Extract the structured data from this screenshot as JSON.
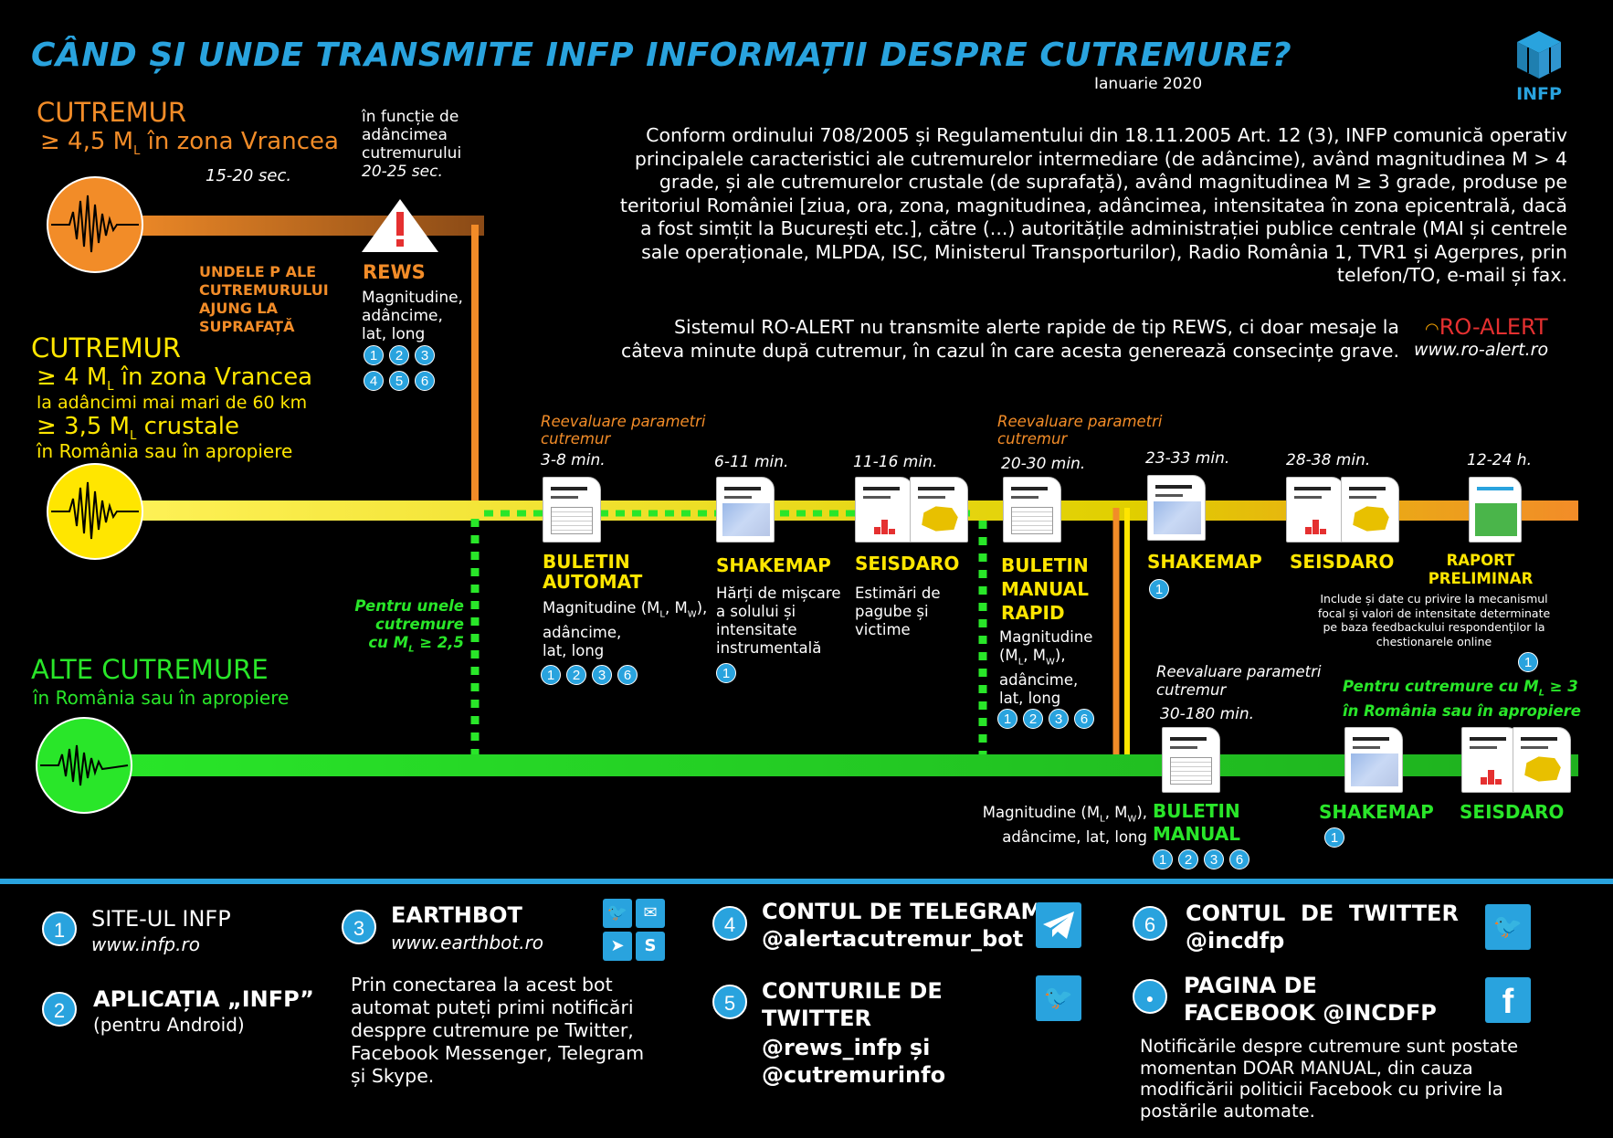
{
  "header": {
    "title": "CÂND ȘI UNDE TRANSMITE INFP INFORMAȚII DESPRE CUTREMURE?",
    "date": "Ianuarie 2020",
    "logo_text": "INFP"
  },
  "left": {
    "orange_title": "CUTREMUR",
    "orange_sub_pre": "≥ 4,5 M",
    "orange_sub_sub": "L",
    "orange_sub_post": " în zona Vrancea",
    "orange_time": "15-20 sec.",
    "depth_note": [
      "în funcție de",
      "adâncimea",
      "cutremurului",
      "20-25 sec."
    ],
    "p_waves": [
      "UNDELE P ALE",
      "CUTREMURULUI",
      "AJUNG LA",
      "SUPRAFAȚĂ"
    ],
    "yellow_title": "CUTREMUR",
    "yellow_l1_pre": "≥ 4 M",
    "yellow_l1_sub": "L",
    "yellow_l1_post": " în zona Vrancea",
    "yellow_l2": "la adâncimi mai mari de 60 km",
    "yellow_l3_pre": "≥ 3,5 M",
    "yellow_l3_sub": "L",
    "yellow_l3_post": " crustale",
    "yellow_l4": "în România sau în apropiere",
    "green_title": "ALTE CUTREMURE",
    "green_sub": "în România sau în apropiere",
    "some_quakes": [
      "Pentru unele",
      "cutremure",
      "cu M",
      "L",
      " ≥ 2,5"
    ]
  },
  "rews": {
    "label": "REWS",
    "desc": [
      "Magnitudine,",
      "adâncime,",
      "lat, long"
    ],
    "channels": [
      "1",
      "2",
      "3",
      "4",
      "5",
      "6"
    ]
  },
  "paragraphs": {
    "main": [
      "Conform ordinului 708/2005 și Regulamentului din 18.11.2005 Art. 12 (3), INFP comunică operativ",
      "principalele caracteristici ale cutremurelor intermediare (de adâncime), având magnitudinea M > 4",
      "grade, și ale cutremurelor crustale (de suprafață), având magnitudinea M ≥ 3 grade, produse pe",
      "teritoriul României [ziua, ora, zona, magnitudinea, adâncimea, intensitatea în zona epicentrală, dacă",
      "a fost simțit la București etc.], către (...) autoritățile administrației publice centrale (MAI și centrele",
      "sale operaționale, MLPDA, ISC, Ministerul Transporturilor), Radio România 1, TVR1 și Agerpres, prin",
      "telefon/TO, e-mail și fax."
    ],
    "roalert": [
      "Sistemul RO-ALERT nu transmite alerte rapide de tip REWS, ci doar mesaje la",
      "câteva minute după cutremur, în cazul în care acesta generează consecințe grave."
    ],
    "roalert_logo": "RO-ALERT",
    "roalert_url": "www.ro-alert.ro"
  },
  "timeline": {
    "reeval1": [
      "Reevaluare parametri",
      "cutremur"
    ],
    "t1": "3-8 min.",
    "t2": "6-11 min.",
    "t3": "11-16 min.",
    "reeval2": [
      "Reevaluare parametri",
      "cutremur"
    ],
    "t4": "20-30 min.",
    "t5": "23-33 min.",
    "t6": "28-38 min.",
    "t7": "12-24 h.",
    "buletin_automat": [
      "BULETIN",
      "AUTOMAT"
    ],
    "buletin_automat_desc": [
      "Magnitudine (M",
      "L",
      ", M",
      "W",
      "),",
      "adâncime,",
      "lat, long"
    ],
    "buletin_automat_ch": [
      "1",
      "2",
      "3",
      "6"
    ],
    "shakemap1": "SHAKEMAP",
    "shakemap1_desc": [
      "Hărți de mișcare",
      "a solului și",
      "intensitate",
      "instrumentală"
    ],
    "shakemap1_ch": [
      "1"
    ],
    "seisdaro1": "SEISDARO",
    "seisdaro1_desc": [
      "Estimări de",
      "pagube și",
      "victime"
    ],
    "buletin_rapid": [
      "BULETIN",
      "MANUAL",
      "RAPID"
    ],
    "buletin_rapid_desc": [
      "Magnitudine",
      "(M",
      "L",
      ", M",
      "W",
      "),",
      "adâncime,",
      "lat, long"
    ],
    "buletin_rapid_ch": [
      "1",
      "2",
      "3",
      "6"
    ],
    "shakemap2": "SHAKEMAP",
    "shakemap2_ch": [
      "1"
    ],
    "seisdaro2": "SEISDARO",
    "raport": [
      "RAPORT",
      "PRELIMINAR"
    ],
    "raport_desc": [
      "Include și date cu privire la mecanismul",
      "focal și valori de intensitate determinate",
      "pe baza feedbackului respondenților la",
      "chestionarele online"
    ],
    "raport_ch": [
      "1"
    ],
    "reeval3": [
      "Reevaluare parametri",
      "cutremur"
    ],
    "t8": "30-180 min.",
    "for_quakes": [
      "Pentru cutremure cu M",
      "L",
      " ≥ 3",
      "în România sau în apropiere"
    ],
    "manual_desc": [
      "Magnitudine (M",
      "L",
      ", M",
      "W",
      "),",
      "adâncime, lat, long"
    ],
    "buletin_manual": [
      "BULETIN",
      "MANUAL"
    ],
    "buletin_manual_ch": [
      "1",
      "2",
      "3",
      "6"
    ],
    "shakemap3": "SHAKEMAP",
    "shakemap3_ch": [
      "1"
    ],
    "seisdaro3": "SEISDARO"
  },
  "footer": {
    "c1_num": "1",
    "c1_title": "SITE-UL INFP",
    "c1_url": "www.infp.ro",
    "c2_num": "2",
    "c2_title": "APLICAȚIA „INFP”",
    "c2_sub": "(pentru Android)",
    "c3_num": "3",
    "c3_title": "EARTHBOT",
    "c3_url": "www.earthbot.ro",
    "c3_desc": [
      "Prin conectarea la acest bot",
      "automat puteți primi notificări",
      "desppre cutremure pe Twitter,",
      "Facebook Messenger, Telegram",
      "și Skype."
    ],
    "c4_num": "4",
    "c4_title": "CONTUL DE TELEGRAM",
    "c4_handle": "@alertacutremur_bot",
    "c5_num": "5",
    "c5_title": [
      "CONTURILE DE",
      "TWITTER"
    ],
    "c5_handles": [
      "@rews_infp și",
      "@cutremurinfo"
    ],
    "c6_num": "6",
    "c6_title": "CONTUL  DE  TWITTER",
    "c6_handle": "@incdfp",
    "fb_title": [
      "PAGINA DE",
      "FACEBOOK @INCDFP"
    ],
    "fb_desc": [
      "Notificările despre cutremure sunt postate",
      "momentan DOAR MANUAL, din cauza",
      "modificării politicii Facebook cu privire la",
      "postările automate."
    ]
  },
  "colors": {
    "orange": "#f28c28",
    "yellow": "#ffe600",
    "green": "#29e629",
    "blue": "#29a3de",
    "red": "#e53030"
  },
  "icons": [
    "seismogram-icon",
    "warning-icon",
    "document-icon",
    "map-icon",
    "twitter-icon",
    "telegram-icon",
    "messenger-icon",
    "skype-icon",
    "facebook-icon",
    "cube-logo-icon"
  ]
}
